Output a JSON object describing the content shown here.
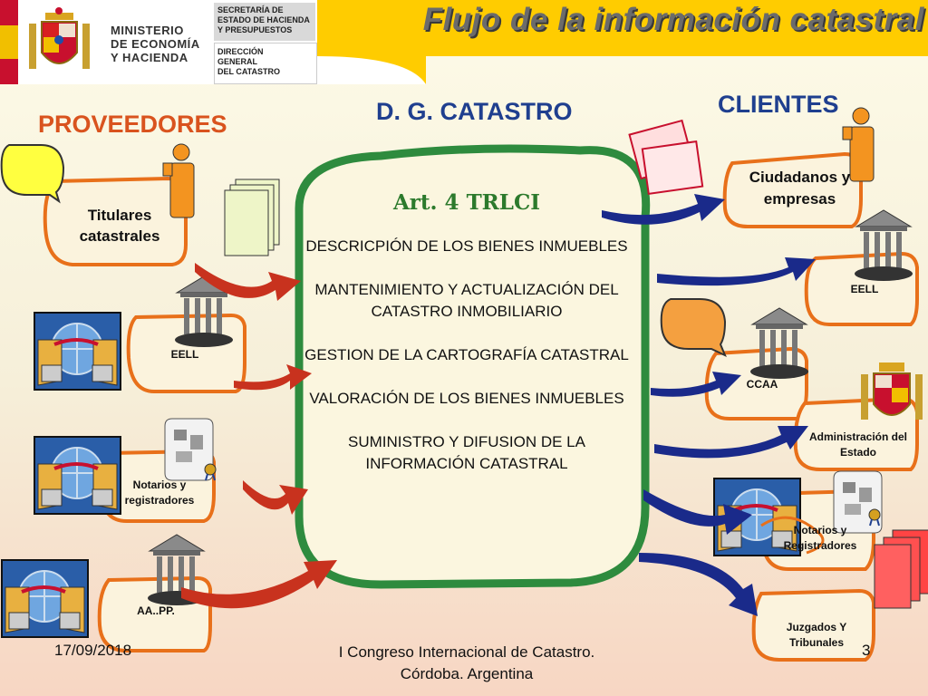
{
  "header": {
    "ministry_lines": [
      "MINISTERIO",
      "DE ECONOMÍA",
      "Y HACIENDA"
    ],
    "secretaria_lines": [
      "SECRETARÍA DE",
      "ESTADO DE HACIENDA",
      "Y PRESUPUESTOS"
    ],
    "direccion_lines": [
      "DIRECCIÓN",
      "GENERAL",
      "DEL CATASTRO"
    ],
    "title": "Flujo de la información catastral"
  },
  "sections": {
    "proveedores": "PROVEEDORES",
    "dg_catastro": "D. G. CATASTRO",
    "clientes": "CLIENTES"
  },
  "providers": [
    {
      "label": "Titulares catastrales"
    },
    {
      "label": "EELL"
    },
    {
      "label": "Notarios y registradores"
    },
    {
      "label": "AA..PP."
    }
  ],
  "center": {
    "article": "Art. 4 TRLCI",
    "functions": [
      "DESCRICPIÓN DE LOS BIENES INMUEBLES",
      "MANTENIMIENTO Y ACTUALIZACIÓN DEL CATASTRO INMOBILIARIO",
      "GESTION DE LA CARTOGRAFÍA CATASTRAL",
      "VALORACIÓN DE LOS BIENES INMUEBLES",
      "SUMINISTRO Y DIFUSION DE LA INFORMACIÓN CATASTRAL"
    ]
  },
  "clients": [
    {
      "label": "Ciudadanos y empresas"
    },
    {
      "label": "EELL"
    },
    {
      "label": "CCAA"
    },
    {
      "label": "Administración del Estado"
    },
    {
      "label": "Notarios y Registradores"
    },
    {
      "label": "Juzgados Y Tribunales"
    }
  ],
  "footer": {
    "date": "17/09/2018",
    "event": "I Congreso Internacional de Catastro. Córdoba. Argentina",
    "page": "3"
  },
  "colors": {
    "header_yellow": "#ffcc00",
    "provider_title": "#d9531e",
    "center_title": "#1f3f8f",
    "client_title": "#1f3f8f",
    "bubble_border": "#e8701a",
    "center_border": "#2e8b3e",
    "arrow_red": "#c8321e",
    "arrow_blue": "#1a2a8a"
  }
}
